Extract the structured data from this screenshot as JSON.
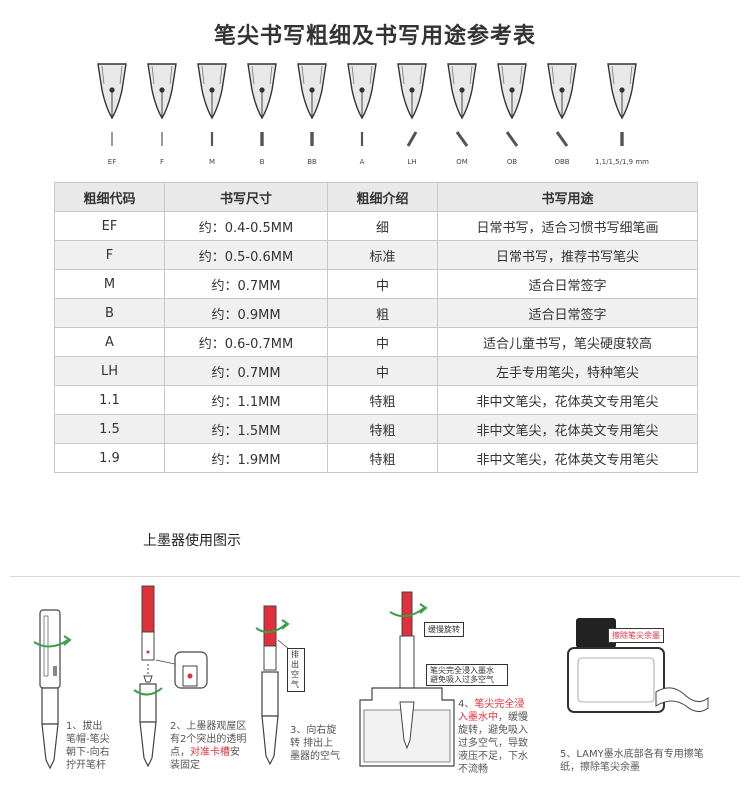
{
  "title": "笔尖书写粗细及书写用途参考表",
  "nibs": [
    {
      "label": "EF",
      "stroke": "thin"
    },
    {
      "label": "F",
      "stroke": "thin"
    },
    {
      "label": "M",
      "stroke": "medium"
    },
    {
      "label": "B",
      "stroke": "thick"
    },
    {
      "label": "BB",
      "stroke": "thick"
    },
    {
      "label": "A",
      "stroke": "medium"
    },
    {
      "label": "LH",
      "stroke": "slant-left"
    },
    {
      "label": "OM",
      "stroke": "oblique"
    },
    {
      "label": "OB",
      "stroke": "oblique"
    },
    {
      "label": "OBB",
      "stroke": "oblique"
    },
    {
      "label": "1,1/1,5/1,9 mm",
      "stroke": "thick"
    }
  ],
  "table": {
    "headers": [
      "粗细代码",
      "书写尺寸",
      "粗细介绍",
      "书写用途"
    ],
    "rows": [
      [
        "EF",
        "约：0.4-0.5MM",
        "细",
        "日常书写，适合习惯书写细笔画"
      ],
      [
        "F",
        "约：0.5-0.6MM",
        "标准",
        "日常书写，推荐书写笔尖"
      ],
      [
        "M",
        "约：0.7MM",
        "中",
        "适合日常签字"
      ],
      [
        "B",
        "约：0.9MM",
        "粗",
        "适合日常签字"
      ],
      [
        "A",
        "约：0.6-0.7MM",
        "中",
        "适合儿童书写，笔尖硬度较高"
      ],
      [
        "LH",
        "约：0.7MM",
        "中",
        "左手专用笔尖，特种笔尖"
      ],
      [
        "1.1",
        "约：1.1MM",
        "特粗",
        "非中文笔尖，花体英文专用笔尖"
      ],
      [
        "1.5",
        "约：1.5MM",
        "特粗",
        "非中文笔尖，花体英文专用笔尖"
      ],
      [
        "1.9",
        "约：1.9MM",
        "特粗",
        "非中文笔尖，花体英文专用笔尖"
      ]
    ]
  },
  "section_title": "上墨器使用图示",
  "steps": {
    "s1": {
      "caption": [
        "1、拔出",
        "笔帽-笔尖",
        "朝下-向右",
        "拧开笔杆"
      ]
    },
    "s2": {
      "caption_a": [
        "2、上墨器观屋区",
        "有2个突出的透明"
      ],
      "caption_b_prefix": "点，",
      "caption_b_red": "对准卡槽",
      "caption_b_suffix": "安",
      "caption_c": "装固定"
    },
    "s3": {
      "caption": [
        "3、向右旋",
        "转 排出上",
        "墨器的空气"
      ],
      "box_label": "排出空气"
    },
    "s4": {
      "box_top": "缓慢旋转",
      "box_mid": [
        "笔尖完全浸入墨水",
        "避免吸入过多空气"
      ],
      "caption_prefix": "4、",
      "caption_red": [
        "笔尖完全浸",
        "入墨水中"
      ],
      "caption_rest": [
        "，缓慢",
        "旋转，避免吸入",
        "过多空气，导致",
        "液压不足，下水",
        "不流畅"
      ]
    },
    "s5": {
      "box_label": "擦除笔尖余墨",
      "caption": [
        "5、LAMY墨水底部各有专用擦笔",
        "纸，擦除笔尖余墨"
      ]
    }
  },
  "colors": {
    "accent_red": "#e0303a",
    "header_bg": "#e9e9e9",
    "stripe_bg": "#f0f0f0"
  }
}
